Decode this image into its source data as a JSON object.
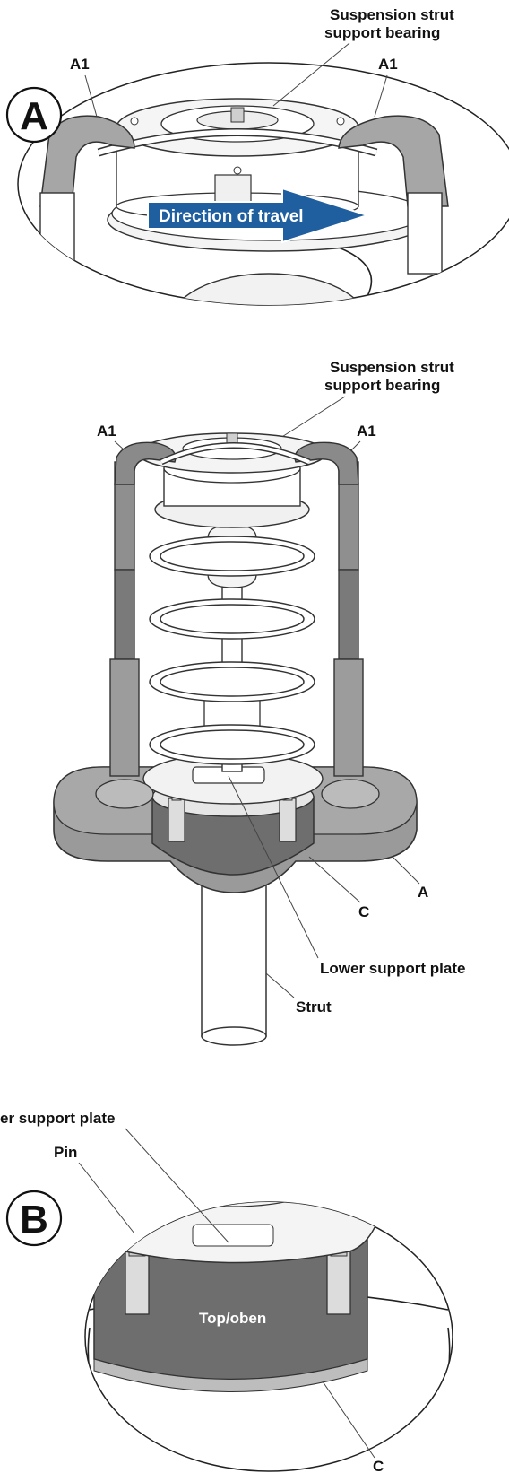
{
  "panel_a": {
    "badge": "A",
    "bearing_label_line1": "Suspension strut",
    "bearing_label_line2": "support bearing",
    "a1_left": "A1",
    "a1_right": "A1",
    "arrow_label": "Direction of travel"
  },
  "panel_main": {
    "bearing_label_line1": "Suspension strut",
    "bearing_label_line2": "support bearing",
    "a1_left": "A1",
    "a1_right": "A1",
    "label_a": "A",
    "label_c": "C",
    "lower_plate": "Lower support plate",
    "strut": "Strut"
  },
  "panel_b": {
    "badge": "B",
    "lower_plate": "er support plate",
    "pin": "Pin",
    "top_text": "Top/oben",
    "label_c": "C"
  },
  "colors": {
    "arrow_fill": "#1f5fa0",
    "tool_gray": "#9a9a9a",
    "dark_gray": "#6e6e6e",
    "light_gray": "#e6e6e6"
  }
}
